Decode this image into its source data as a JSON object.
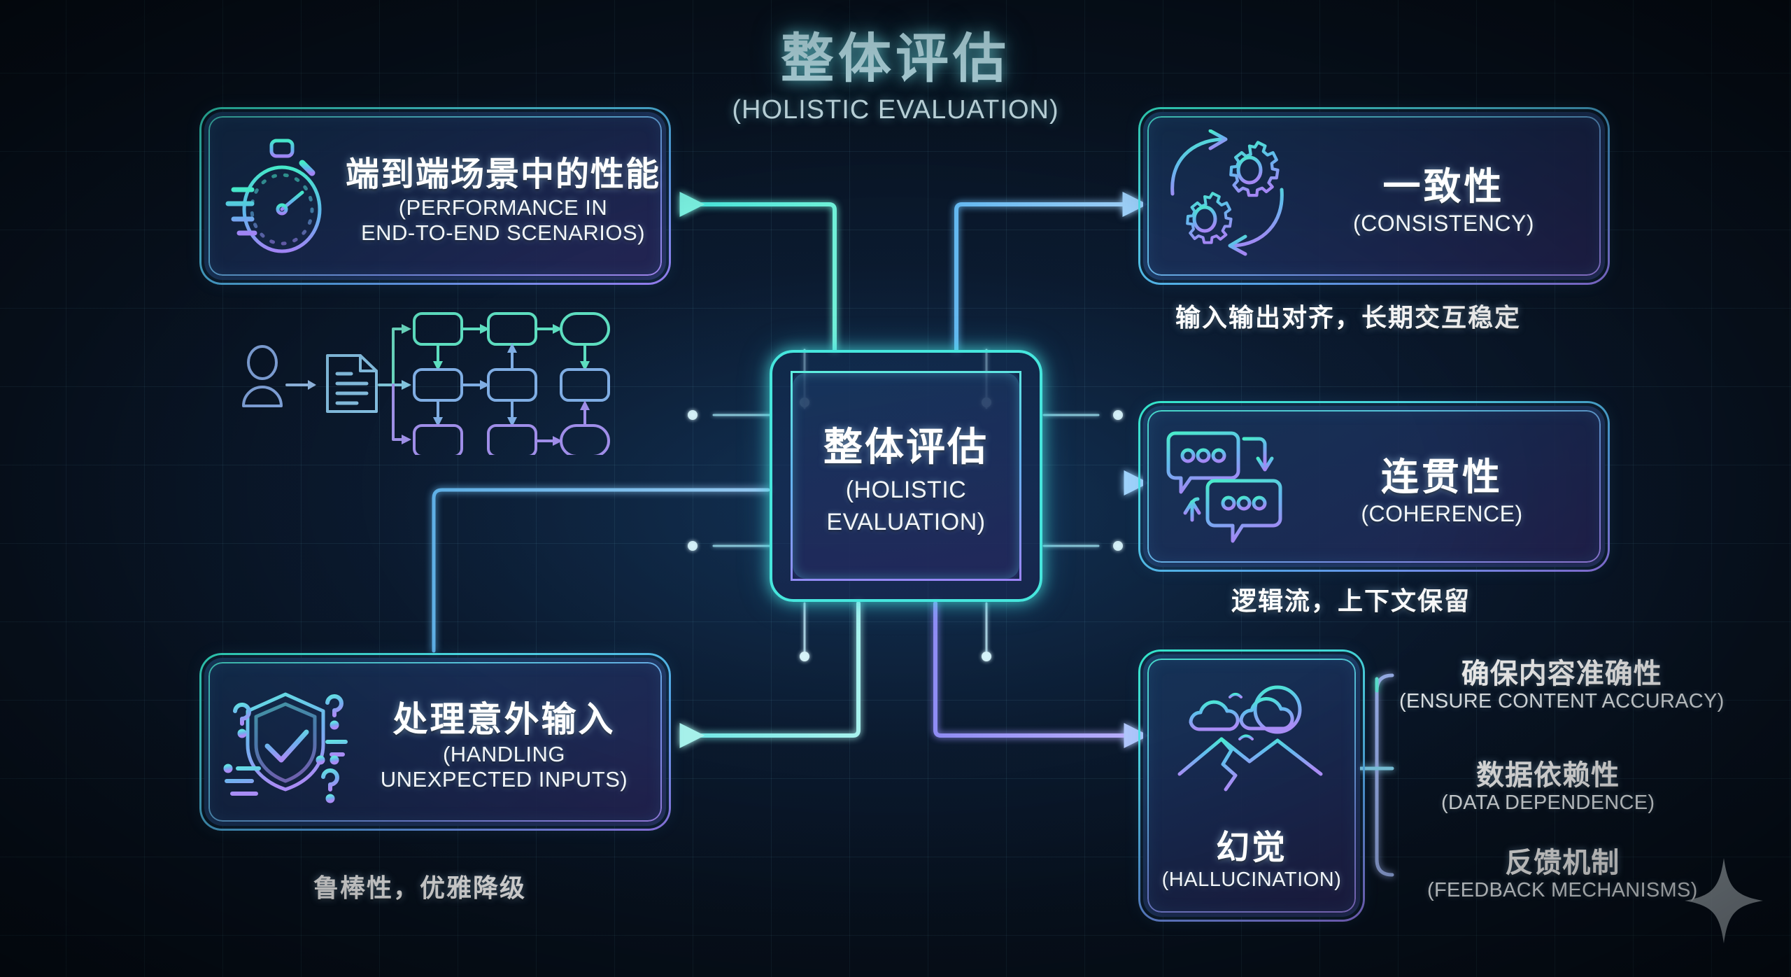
{
  "title": {
    "cn": "整体评估",
    "en": "(HOLISTIC EVALUATION)"
  },
  "center": {
    "cn": "整体评估",
    "en_line1": "(HOLISTIC",
    "en_line2": "EVALUATION)",
    "icon": "chip-node"
  },
  "cards": {
    "performance": {
      "cn": "端到端场景中的性能",
      "en_line1": "(PERFORMANCE IN",
      "en_line2": "END-TO-END SCENARIOS)",
      "icon": "stopwatch-icon"
    },
    "consistency": {
      "cn": "一致性",
      "en": "(CONSISTENCY)",
      "icon": "gears-cycle-icon",
      "caption": "输入输出对齐，长期交互稳定"
    },
    "coherence": {
      "cn": "连贯性",
      "en": "(COHERENCE)",
      "icon": "chat-bubbles-icon",
      "caption": "逻辑流，上下文保留"
    },
    "handling": {
      "cn": "处理意外输入",
      "en_line1": "(HANDLING",
      "en_line2": "UNEXPECTED INPUTS)",
      "icon": "shield-check-question-icon",
      "caption": "鲁棒性，优雅降级"
    },
    "hallucination": {
      "cn": "幻觉",
      "en": "(HALLUCINATION)",
      "icon": "mountain-cloud-icon"
    }
  },
  "hallucination_subitems": [
    {
      "cn": "确保内容准确性",
      "en": "(ENSURE CONTENT ACCURACY)"
    },
    {
      "cn": "数据依赖性",
      "en": "(DATA DEPENDENCE)"
    },
    {
      "cn": "反馈机制",
      "en": "(FEEDBACK MECHANISMS)"
    }
  ],
  "decoration": {
    "flowchart_icon": "user-document-flowchart",
    "sparkle_icon": "sparkle-icon"
  },
  "colors": {
    "background": "#081424",
    "grid": "#78cde1",
    "accent_teal": "#46e6dd",
    "accent_cyan": "#5ad3ef",
    "accent_blue": "#5aa8f0",
    "accent_purple": "#9b7ef5",
    "title": "#bfe9f2",
    "text": "#ffffff"
  }
}
